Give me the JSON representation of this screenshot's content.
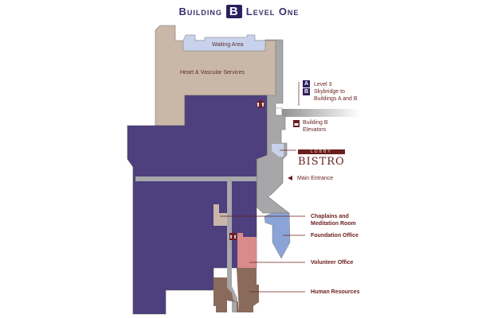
{
  "header": {
    "prefix": "Building",
    "badge": "B",
    "suffix": "Level One"
  },
  "areas": {
    "waiting": "Waiting Area",
    "heart": "Heart & Vascular Services"
  },
  "legend": {
    "skybridge_badges": [
      "A",
      "B"
    ],
    "skybridge_line1": "Level 3",
    "skybridge_line2": "Skybridge to",
    "skybridge_line3": "Buildings A and B",
    "elevators_line1": "Building B",
    "elevators_line2": "Elevators",
    "bistro_top": "LOBBY",
    "bistro_name": "BISTRO",
    "main_entrance": "Main Entrance",
    "chaplains_line1": "Chaplains and",
    "chaplains_line2": "Meditation Room",
    "foundation": "Foundation Office",
    "volunteer": "Volunteer Office",
    "hr": "Human Resources"
  },
  "colors": {
    "purple": "#4e3f7e",
    "tan": "#c9b7a8",
    "corridor": "#a7a7aa",
    "waiting": "#c9d2ec",
    "foundation": "#8aa4d8",
    "volunteer": "#d98a8a",
    "hr": "#8a6a5a",
    "label": "#6b1e1e"
  }
}
